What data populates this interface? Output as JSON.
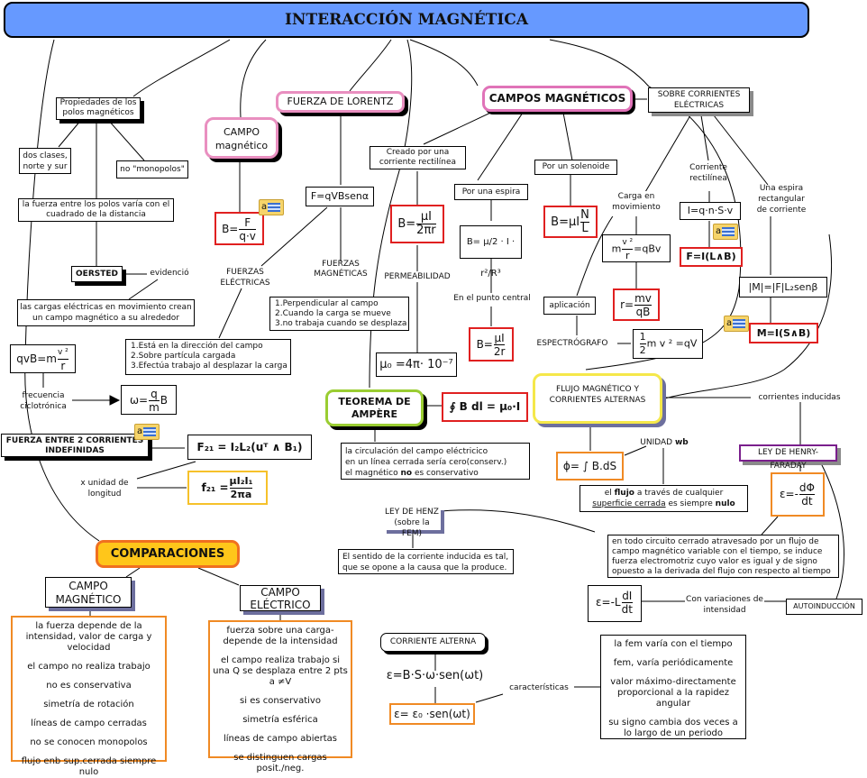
{
  "title": "INTERACCIÓN MAGNÉTICA",
  "colors": {
    "title_bg": "#6699ff",
    "formula_border_red": "#e02020",
    "formula_border_orange": "#f08a24",
    "formula_border_gold": "#f6c12a",
    "pink_node_border": "#e98fc0",
    "ampere_border": "#9acd32",
    "flujo_border": "#f5e84a",
    "henry_faraday_border": "#7a1f8c",
    "comparaciones_bg": "#ffc61a",
    "comparaciones_border": "#f07020"
  },
  "propiedades": {
    "label": "Propiedades de los polos magnéticos",
    "dos_clases": "dos clases, norte y sur",
    "no_monopolos": "no \"monopolos\"",
    "fuerza_polos": "la fuerza entre los polos varía con el cuadrado de la distancia"
  },
  "oersted": {
    "label": "OERSTED",
    "evidencio": "evidenció",
    "cargas": "las cargas eléctricas en movimiento crean un campo magnético a su alrededor"
  },
  "campo_magnetico": {
    "label_line1": "CAMPO",
    "label_line2": "magnético",
    "formula_lhs": "B=",
    "formula_num": "F",
    "formula_den": "q·v"
  },
  "lorentz": {
    "label": "FUERZA DE LORENTZ",
    "formula": "F=qVBsenα",
    "fuerzas_electricas": "FUERZAS ELÉCTRICAS",
    "fuerzas_magneticas": "FUERZAS MAGNÉTICAS",
    "electricas_list": [
      "1.Está en la dirección del campo",
      "2.Sobre partícula cargada",
      "3.Efectúa trabajo al desplazar la carga"
    ],
    "magneticas_list": [
      "1.Perpendicular al campo",
      "2.Cuando la carga se mueve",
      "3.no trabaja cuando se desplaza"
    ]
  },
  "ciclotron": {
    "formula_lhs": "qvB=m",
    "formula_num": "v ²",
    "formula_den": "r",
    "frecuencia": "frecuencia ciclotrónica",
    "omega_lhs": "ω=",
    "omega_num": "q",
    "omega_den": "m",
    "omega_rhs": "B"
  },
  "fuerza_corrientes": {
    "label": "FUERZA ENTRE 2 CORRIENTES INDEFINIDAS",
    "formula": "F₂₁ = I₂L₂(uᵀ ∧ B₁)",
    "x_unidad": "x unidad de longitud",
    "formula2_lhs": "f₂₁ =",
    "formula2_num": "μI₂I₁",
    "formula2_den": "2πa"
  },
  "campos_magneticos": {
    "label": "CAMPOS MAGNÉTICOS",
    "rectilinea": "Creado por una corriente rectilínea",
    "rectilinea_formula_num": "μI",
    "rectilinea_formula_den": "2πr",
    "permeabilidad": "PERMEABILIDAD",
    "mu0": "μ₀ =4π· 10⁻⁷",
    "espira": "Por una espira",
    "espira_formula": "B= μ/2 · I · r²/R³",
    "punto_central": "En el punto central",
    "central_formula_num": "μI",
    "central_formula_den": "2r",
    "solenoide": "Por un solenoide",
    "solenoide_formula_lhs": "B=μI",
    "solenoide_num": "N",
    "solenoide_den": "L"
  },
  "sobre_corrientes": {
    "label": "SOBRE CORRIENTES ELÉCTRICAS",
    "carga_movimiento": "Carga en movimiento",
    "carga_formula_lhs": "m",
    "carga_formula_num": "v ²",
    "carga_formula_den": "r",
    "carga_formula_rhs": "=qBv",
    "radio_lhs": "r=",
    "radio_num": "mv",
    "radio_den": "qB",
    "aplicacion": "aplicación",
    "espectrografo": "ESPECTRÓGRAFO",
    "espectro_num": "1",
    "espectro_den": "2",
    "espectro_rhs": "m v ² =qV",
    "corriente_rectilinea": "Corriente rectilínea",
    "i_formula": "I=q·n·S·v",
    "f_formula": "F=I(L∧B)",
    "espira_rect": "Una espira rectangular de corriente",
    "m_modulo": "|M|=|F|L₂senβ",
    "m_formula": "M=I(S∧B)"
  },
  "ampere": {
    "label": "TEOREMA DE AMPÈRE",
    "formula": "∮ B dl = μ₀·I",
    "texto_1": "la circulación del campo eléctricico",
    "texto_2": "en un línea cerrada sería cero(conserv.)",
    "texto_3a": "el magnético ",
    "texto_3b": "no",
    "texto_3c": " es conservativo"
  },
  "flujo": {
    "label": "FLUJO MAGNÉTICO Y CORRIENTES ALTERNAS",
    "formula": "ϕ= ∫ B.dS",
    "unidad_a": "UNIDAD ",
    "unidad_b": "wb",
    "nulo_1a": "el ",
    "nulo_1b": "flujo",
    "nulo_1c": " a través de cualquier",
    "nulo_2a": "superficie cerrada",
    "nulo_2b": " es siempre ",
    "nulo_2c": "nulo",
    "corrientes_inducidas": "corrientes inducidas"
  },
  "henry_faraday": {
    "label": "LEY DE HENRY-FARADAY",
    "formula_lhs": "ε=-",
    "formula_num": "dΦ",
    "formula_den": "dt",
    "texto": "en todo circuito cerrado atravesado por un flujo de campo magnético variable con el tiempo, se induce fuerza electromotriz cuyo valor es igual y de signo opuesto a la derivada del flujo con respecto al tiempo"
  },
  "lenz": {
    "label": "LEY DE HENZ (sobre la FEM)",
    "texto": "El sentido de la corriente inducida es tal, que se opone a la causa que la produce."
  },
  "autoinduccion": {
    "label": "AUTOINDUCCIÓN",
    "variaciones": "Con variaciones de intensidad",
    "formula_lhs": "ε=-L",
    "formula_num": "dI",
    "formula_den": "dt"
  },
  "alterna": {
    "label": "CORRIENTE ALTERNA",
    "formula1": "ε=B·S·ω·sen(ωt)",
    "formula2": "ε= ε₀ ·sen(ωt)",
    "caracteristicas": "características",
    "items": [
      "la fem varía con el tiempo",
      "fem, varía periódicamente",
      "valor máximo-directamente proporcional a la rapidez angular",
      "su signo cambia dos veces a lo largo de un periodo"
    ]
  },
  "comparaciones": {
    "label": "COMPARACIONES",
    "magnetico_title": "CAMPO MAGNÉTICO",
    "electrico_title": "CAMPO ELÉCTRICO",
    "magnetico_items": [
      "la fuerza depende de la intensidad, valor de carga y velocidad",
      "el campo no realiza trabajo",
      "no es conservativa",
      "simetría de rotación",
      "líneas de campo cerradas",
      "no se conocen monopolos",
      "flujo enb sup.cerrada siempre nulo"
    ],
    "electrico_items": [
      "fuerza sobre una carga-depende de la intensidad",
      "el campo realiza trabajo si una Q se desplaza entre 2 pts a ≠V",
      "si es conservativo",
      "simetría esférica",
      "líneas de campo abiertas",
      "se distinguen cargas posit./neg."
    ]
  },
  "note_icon_label": "a"
}
